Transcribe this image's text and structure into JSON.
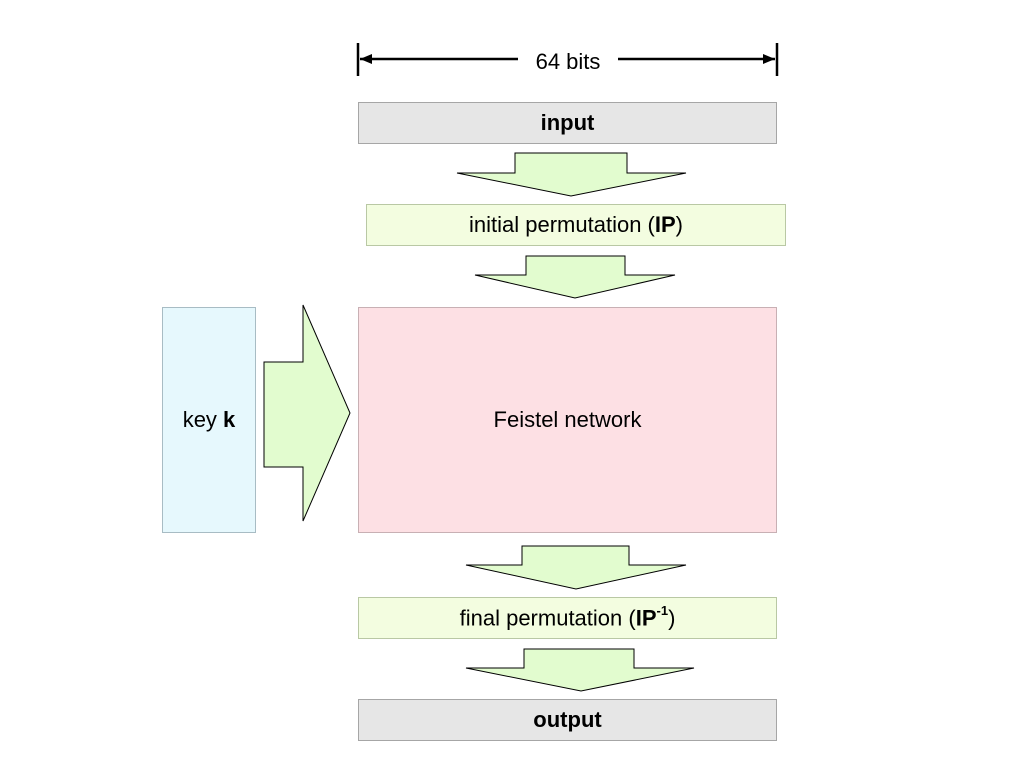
{
  "width_label": "64 bits",
  "input_label": "input",
  "initial_perm": {
    "prefix": "initial permutation (",
    "abbr": "IP",
    "suffix": ")"
  },
  "network_label": "Feistel network",
  "key": {
    "prefix": "key ",
    "symbol": "k"
  },
  "final_perm": {
    "prefix": "final permutation (",
    "abbr": "IP",
    "exponent": "-1",
    "suffix": ")"
  },
  "output_label": "output",
  "colors": {
    "io_fill": "#e6e6e6",
    "permutation_fill": "#f3fde0",
    "network_fill": "#fde0e4",
    "key_fill": "#e6f8fd",
    "arrow_fill": "#e2fccf"
  }
}
